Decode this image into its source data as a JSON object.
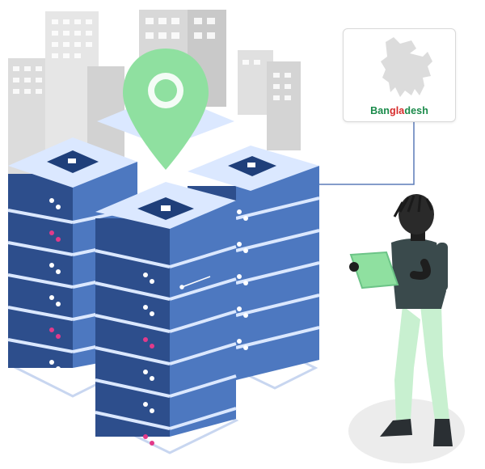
{
  "callout": {
    "label_part1": "Ban",
    "label_part2": "gla",
    "label_part3": "desh",
    "colors": {
      "green": "#1a8a4a",
      "red": "#d62a2a"
    }
  },
  "colors": {
    "server_top": "#dbe8ff",
    "server_dark": "#2d4e8c",
    "server_mid": "#4d78c0",
    "pin": "#8fe0a0",
    "building": "#dcdcdc",
    "led_pink": "#e23a8a",
    "led_white": "#ffffff",
    "pants": "#c8f0d0",
    "shirt": "#3a4a4c"
  },
  "icons": {
    "pin": "location-pin-icon",
    "map": "bangladesh-map-icon"
  }
}
